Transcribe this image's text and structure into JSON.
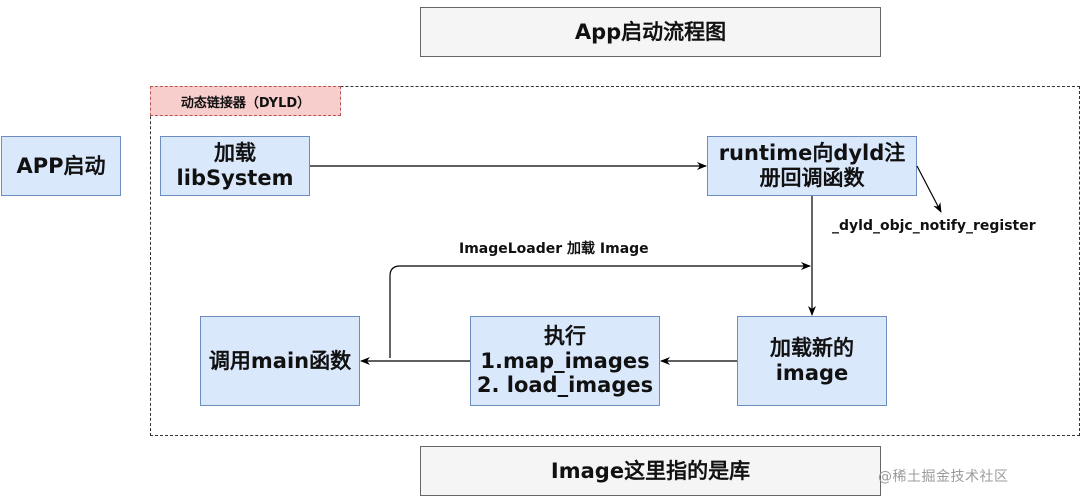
{
  "title": "App启动流程图",
  "footer_note": "Image这里指的是库",
  "watermark": "@稀土掘金技术社区",
  "group": {
    "label": "动态链接器（DYLD）"
  },
  "nodes": {
    "app_start": "APP启动",
    "load_libsystem": "加载\nlibSystem",
    "runtime_register": "runtime向dyld注\n册回调函数",
    "load_new_image": "加载新的\nimage",
    "execute": "执行\n1.map_images\n2. load_images",
    "call_main": "调用main函数"
  },
  "edge_labels": {
    "notify_register": "_dyld_objc_notify_register",
    "imageloader": "ImageLoader 加载 Image"
  },
  "colors": {
    "node_fill": "#dae8fc",
    "node_border": "#6c8ebf",
    "group_label_fill": "#f8cecc",
    "group_label_border": "#b85450",
    "title_fill": "#f5f5f5"
  }
}
